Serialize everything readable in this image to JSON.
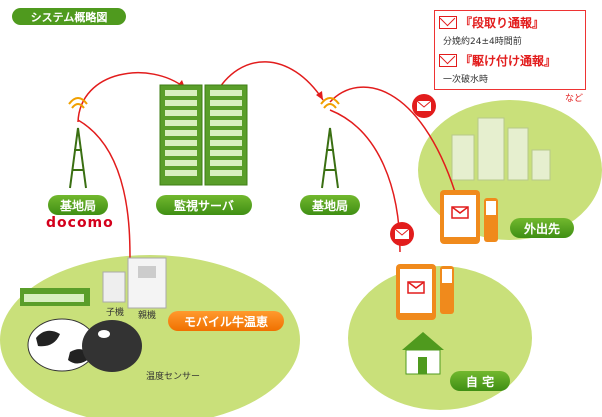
{
  "title": "システム概略図",
  "labels": {
    "base_station_left": "基地局",
    "monitor_server": "監視サーバ",
    "base_station_right": "基地局",
    "outside": "外出先",
    "home": "自 宅",
    "product": "モバイル牛温恵",
    "docomo": "docomo",
    "child_unit": "子機",
    "parent_unit": "親機",
    "sensor": "温度センサー",
    "etc": "など"
  },
  "notifications": [
    {
      "title": "『段取り通報』",
      "detail": "分娩約24±4時間前"
    },
    {
      "title": "『駆け付け通報』",
      "detail": "一次破水時"
    }
  ],
  "colors": {
    "green": "#4f9a1e",
    "orange": "#f07000",
    "red": "#e21c1c",
    "field_green": "#c9e07a"
  },
  "icons": [
    "mail-icon",
    "antenna-tower-icon",
    "server-rack-icon",
    "smartphone-icon",
    "house-icon",
    "cow-icon",
    "building-icon"
  ]
}
